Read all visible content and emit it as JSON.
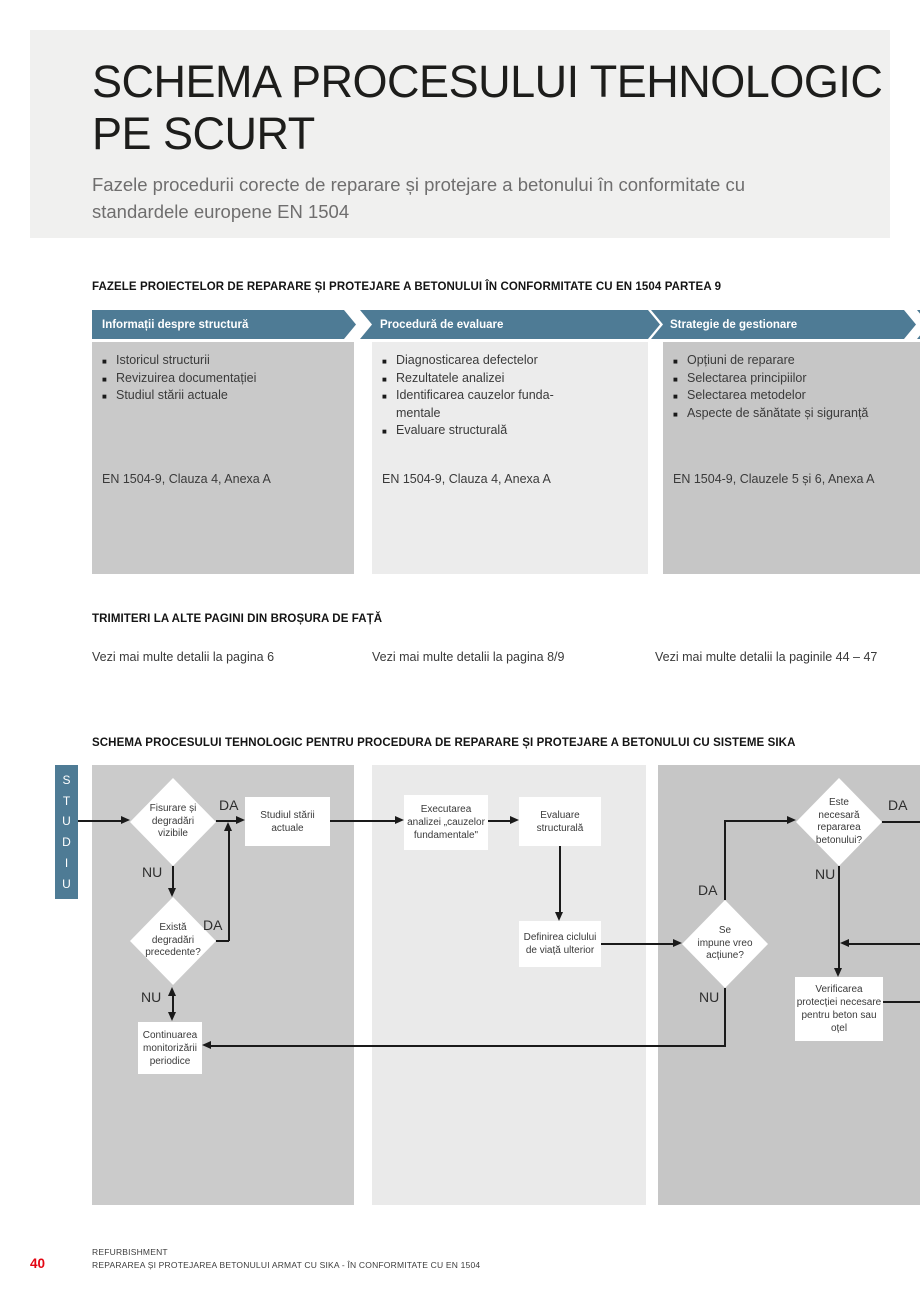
{
  "header": {
    "title": "SCHEMA PROCESULUI TEHNOLOGIC\nPE SCURT",
    "subtitle": "Fazele procedurii corecte de reparare și protejare a betonului în conformitate cu\nstandardele europene EN 1504"
  },
  "phases": {
    "heading": "FAZELE PROIECTELOR DE REPARARE ȘI PROTEJARE A BETONULUI ÎN CONFORMITATE CU EN 1504 PARTEA 9",
    "columns": [
      {
        "header": "Informații despre structură",
        "items": [
          "Istoricul structurii",
          "Revizuirea documentației",
          "Studiul stării actuale"
        ],
        "reference": "EN 1504-9, Clauza 4, Anexa A"
      },
      {
        "header": "Procedură de evaluare",
        "items": [
          "Diagnosticarea defectelor",
          "Rezultatele analizei",
          "Identificarea cauzelor funda-\nmentale",
          "Evaluare structurală"
        ],
        "reference": "EN 1504-9, Clauza 4, Anexa A"
      },
      {
        "header": "Strategie de gestionare",
        "items": [
          "Opțiuni de reparare",
          "Selectarea principiilor",
          "Selectarea metodelor",
          "Aspecte de sănătate și siguranță"
        ],
        "reference": "EN 1504-9, Clauzele 5 și 6, Anexa A"
      }
    ]
  },
  "refs": {
    "heading": "TRIMITERI LA ALTE PAGINI DIN BROȘURA DE FAȚĂ",
    "links": [
      "Vezi mai multe detalii la pagina 6",
      "Vezi mai multe detalii la pagina 8/9",
      "Vezi mai multe detalii la paginile 44 – 47"
    ]
  },
  "flow": {
    "heading": "SCHEMA PROCESULUI TEHNOLOGIC PENTRU PROCEDURA DE REPARARE ȘI PROTEJARE A BETONULUI CU SISTEME SIKA",
    "side_label": "S\nT\nU\nD\nI\nU",
    "labels": {
      "yes": "DA",
      "no": "NU"
    },
    "nodes": {
      "crack_check": "Fisurare și\ndegradări\nvizibile",
      "current_state": "Studiul stării\nactuale",
      "prior_damage": "Există\ndegradări\nprecedente?",
      "monitoring": "Continuarea\nmonitorizării\nperiodice",
      "root_cause": "Executarea\nanalizei „cauzelor\nfundamentale\"",
      "structural_eval": "Evaluare\nstructurală",
      "service_life": "Definirea ciclului\nde viață ulterior",
      "action_needed": "Se\nimpune vreo\nacțiune?",
      "repair_needed": "Este\nnecesară\nrepararea\nbetonului?",
      "protection_check": "Verificarea\nprotecției necesare\npentru beton sau\noțel"
    }
  },
  "footer": {
    "page_number": "40",
    "line1": "REFURBISHMENT",
    "line2": "REPARAREA ȘI PROTEJAREA BETONULUI ARMAT CU SIKA - ÎN CONFORMITATE CU EN 1504"
  },
  "colors": {
    "accent_blue": "#4e7b95",
    "accent_red": "#e30613",
    "header_bg": "#f0f0ef",
    "col_gray_dark": "#c9c9c9",
    "col_gray_light": "#ececec",
    "col_gray_mid": "#c6c6c6"
  }
}
